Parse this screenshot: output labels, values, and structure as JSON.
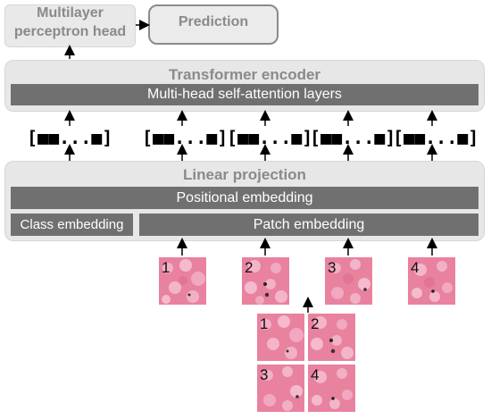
{
  "mlp_head": {
    "line1": "Multilayer",
    "line2": "perceptron head"
  },
  "prediction": {
    "label": "Prediction"
  },
  "transformer_encoder": {
    "title": "Transformer encoder",
    "attention_bar": "Multi-head self-attention layers"
  },
  "token_vectors": [
    "[■■...■]",
    "[■■...■]",
    "[■■...■]",
    "[■■...■]",
    "[■■...■]"
  ],
  "linear_projection": {
    "title": "Linear projection",
    "positional_bar": "Positional embedding",
    "class_bar": "Class embedding",
    "patch_bar": "Patch embedding"
  },
  "patches": [
    "1",
    "2",
    "3",
    "4"
  ],
  "grid_patches": [
    "1",
    "2",
    "3",
    "4"
  ],
  "colors": {
    "panel": "#e7e7e7",
    "bar": "#707070",
    "tissue": "#e8829f"
  }
}
